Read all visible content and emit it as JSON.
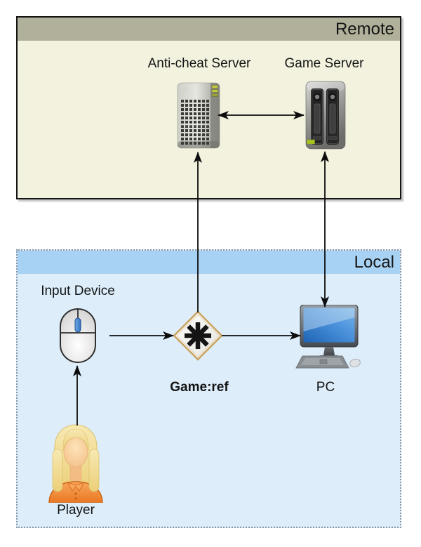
{
  "diagram": {
    "groups": {
      "remote": {
        "label": "Remote"
      },
      "local": {
        "label": "Local"
      }
    },
    "nodes": {
      "anti_cheat_server": {
        "label": "Anti-cheat Server",
        "icon": "tower-server-icon"
      },
      "game_server": {
        "label": "Game Server",
        "icon": "rack-server-icon"
      },
      "input_device": {
        "label": "Input Device",
        "icon": "computer-mouse-icon"
      },
      "game_ref": {
        "label": "Game:ref",
        "icon": "complex-gateway-icon"
      },
      "pc": {
        "label": "PC",
        "icon": "desktop-computer-icon"
      },
      "player": {
        "label": "Player",
        "icon": "person-icon"
      }
    },
    "edges": [
      {
        "from": "player",
        "to": "input_device",
        "arrows": "end"
      },
      {
        "from": "input_device",
        "to": "game_ref",
        "arrows": "end"
      },
      {
        "from": "game_ref",
        "to": "pc",
        "arrows": "end"
      },
      {
        "from": "game_ref",
        "to": "anti_cheat_server",
        "arrows": "end"
      },
      {
        "from": "anti_cheat_server",
        "to": "game_server",
        "arrows": "both"
      },
      {
        "from": "game_server",
        "to": "pc",
        "arrows": "both"
      }
    ],
    "colors": {
      "remote_header": "#b1b19b",
      "remote_body": "#f2f2df",
      "local_header": "#a8d2f3",
      "local_body": "#ddeefa",
      "box_border": "#141414",
      "local_border_dots": "#8a95a5",
      "arrow": "#0d0d0d",
      "gateway_border": "#c9a35f",
      "led_green": "#a9c522",
      "led_yellow": "#c3cc41",
      "screen_blue": "#3579c4",
      "scroll_wheel_blue": "#4a90d9",
      "shirt_orange": "#ef8632",
      "hair_blonde": "#f3dd9a"
    }
  }
}
